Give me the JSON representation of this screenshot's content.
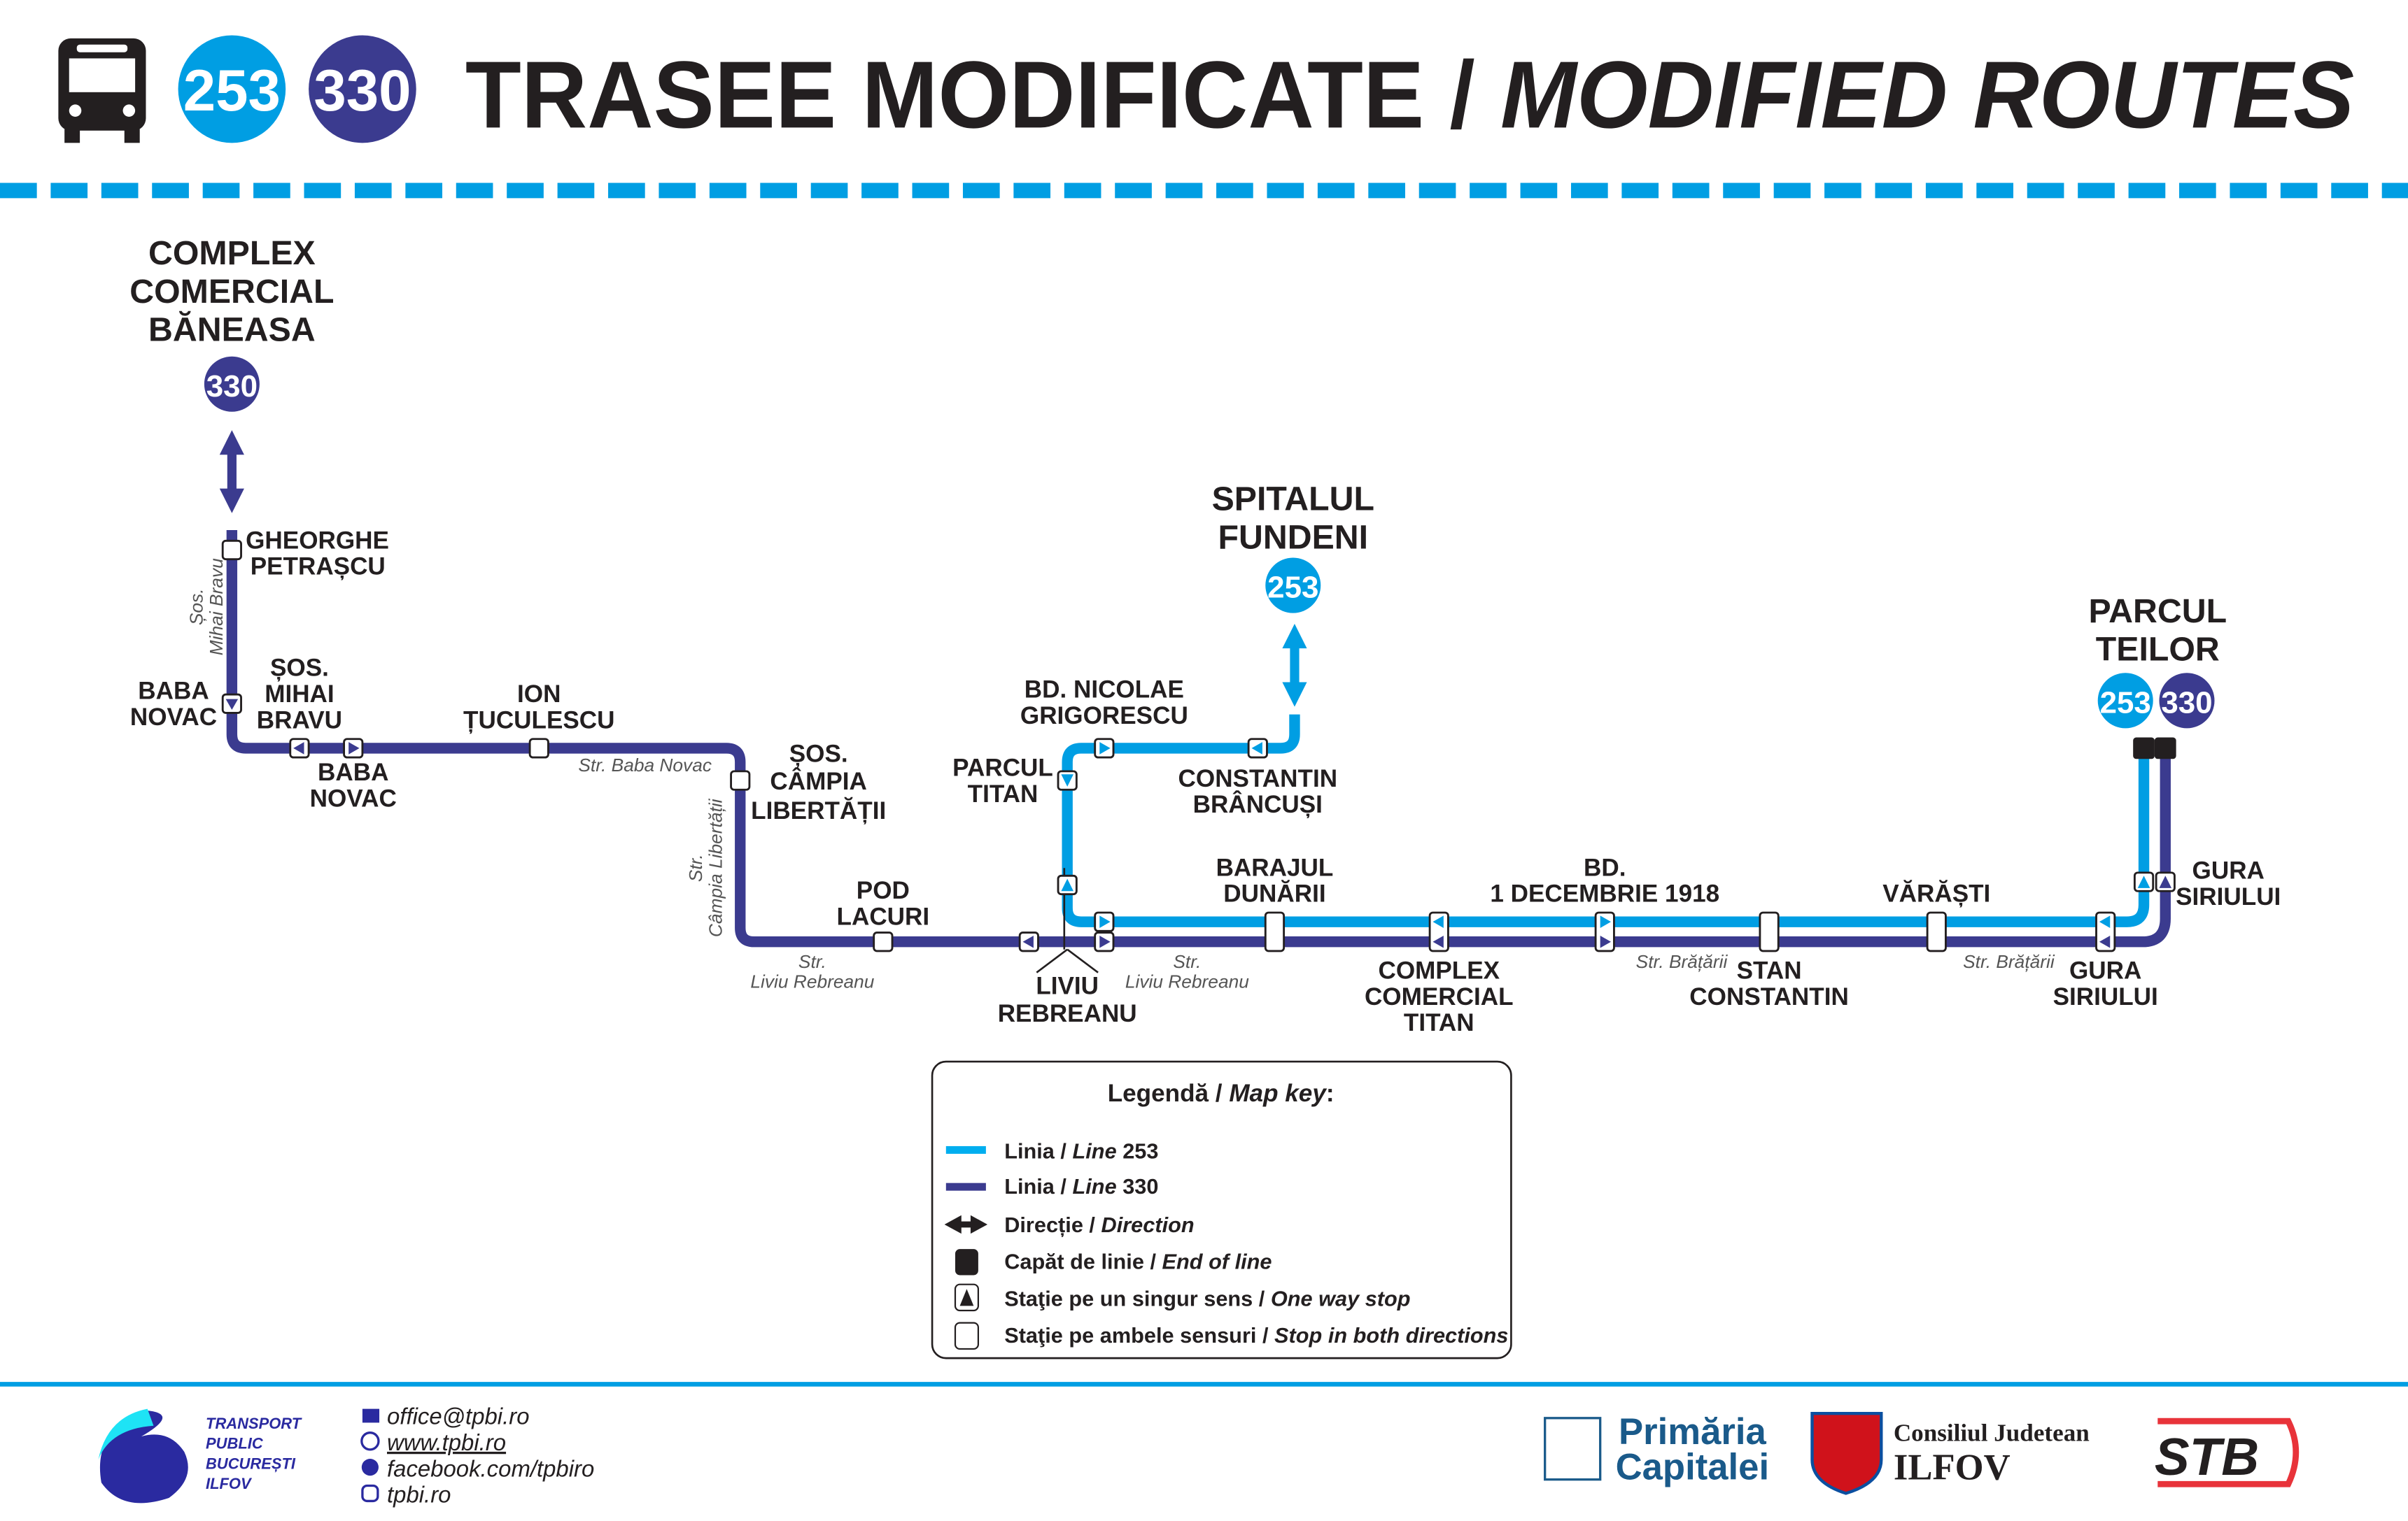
{
  "colors": {
    "line253": "#009ee3",
    "line330": "#3b3b8f",
    "text": "#231f20"
  },
  "header": {
    "badge_253": "253",
    "badge_330": "330",
    "title_ro": "TRASEE MODIFICATE / ",
    "title_en": "MODIFIED ROUTES",
    "icon": "bus-icon"
  },
  "termini": {
    "baneasa": [
      "COMPLEX",
      "COMERCIAL",
      "BĂNEASA"
    ],
    "baneasa_badge": "330",
    "fundeni": [
      "SPITALUL",
      "FUNDENI"
    ],
    "fundeni_badge": "253",
    "teilor": [
      "PARCUL",
      "TEILOR"
    ],
    "teilor_badge_253": "253",
    "teilor_badge_330": "330"
  },
  "stations": {
    "gheorghe_petrascu": [
      "GHEORGHE",
      "PETRAȘCU"
    ],
    "baba_novac_1": [
      "BABA",
      "NOVAC"
    ],
    "sos_mihai_bravu": [
      "ȘOS.",
      "MIHAI",
      "BRAVU"
    ],
    "baba_novac_2": [
      "BABA",
      "NOVAC"
    ],
    "ion_tuculescu": [
      "ION",
      "ȚUCULESCU"
    ],
    "sos_campia": [
      "ȘOS.",
      "CÂMPIA",
      "LIBERTĂȚII"
    ],
    "pod_lacuri": [
      "POD",
      "LACURI"
    ],
    "liviu_rebreanu": [
      "LIVIU",
      "REBREANU"
    ],
    "parcul_titan": [
      "PARCUL",
      "TITAN"
    ],
    "nicolae_grigorescu": [
      "BD. NICOLAE",
      "GRIGORESCU"
    ],
    "constantin_brancusi": [
      "CONSTANTIN",
      "BRÂNCUȘI"
    ],
    "barajul_dunarii": [
      "BARAJUL",
      "DUNĂRII"
    ],
    "complex_titan": [
      "COMPLEX",
      "COMERCIAL",
      "TITAN"
    ],
    "bd_1_decembrie": [
      "BD.",
      "1 DECEMBRIE 1918"
    ],
    "stan_constantin": [
      "STAN",
      "CONSTANTIN"
    ],
    "varasti": [
      "VĂRĂȘTI"
    ],
    "gura_siriului_1": [
      "GURA",
      "SIRIULUI"
    ],
    "gura_siriului_2": [
      "GURA",
      "SIRIULUI"
    ]
  },
  "streets": {
    "mihai_bravu": [
      "Șos.",
      "Mihai Bravu"
    ],
    "baba_novac": "Str. Baba Novac",
    "campia": [
      "Str.",
      "Câmpia Libertății"
    ],
    "rebreanu_1": [
      "Str.",
      "Liviu Rebreanu"
    ],
    "rebreanu_2": [
      "Str.",
      "Liviu Rebreanu"
    ],
    "bratarii_1": "Str. Brățării",
    "bratarii_2": "Str. Brățării"
  },
  "legend": {
    "title_ro": "Legendă / ",
    "title_en": "Map key",
    "title_colon": ":",
    "items": [
      {
        "ro": "Linia / ",
        "en": "Line",
        "suffix": " 253"
      },
      {
        "ro": "Linia / ",
        "en": "Line",
        "suffix": " 330"
      },
      {
        "ro": "Direcție / ",
        "en": "Direction",
        "suffix": ""
      },
      {
        "ro": "Capăt de linie / ",
        "en": "End of line",
        "suffix": ""
      },
      {
        "ro": "Staţie pe un singur sens / ",
        "en": "One way stop",
        "suffix": ""
      },
      {
        "ro": "Staţie pe ambele sensuri / ",
        "en": "Stop in both directions",
        "suffix": ""
      }
    ]
  },
  "footer": {
    "tpbi": [
      "TRANSPORT",
      "PUBLIC",
      "BUCUREȘTI",
      "ILFOV"
    ],
    "contacts": [
      "office@tpbi.ro",
      "www.tpbi.ro",
      "facebook.com/tpbiro",
      "tpbi.ro"
    ],
    "primaria": [
      "Primăria",
      "Capitalei"
    ],
    "cj": [
      "Consiliul Judetean",
      "ILFOV"
    ],
    "stb": "STB"
  }
}
